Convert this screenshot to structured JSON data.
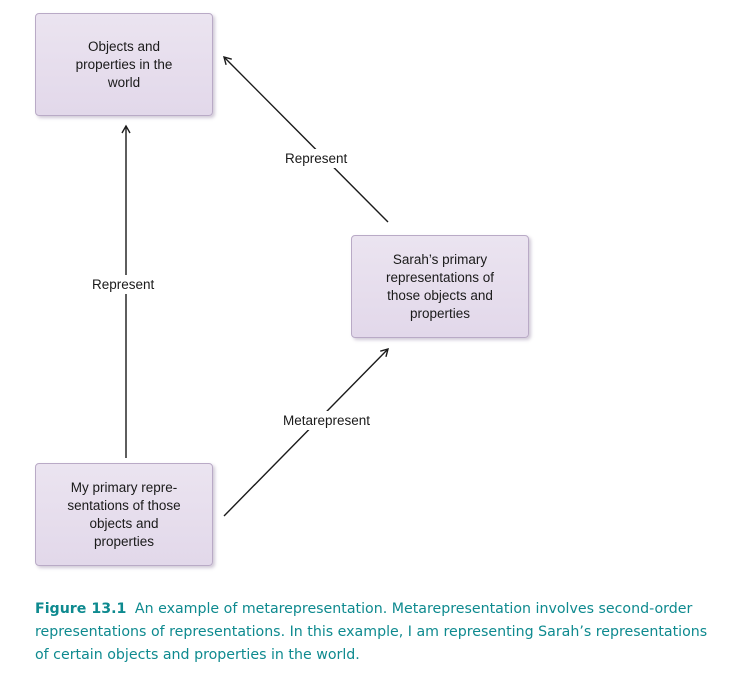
{
  "nodes": {
    "world": "Objects and\nproperties in the\nworld",
    "sarah": "Sarah’s primary\nrepresentations of\nthose objects and\nproperties",
    "mine": "My primary repre-\nsentations of those\nobjects and\nproperties"
  },
  "edges": {
    "represent_left": "Represent",
    "represent_right": "Represent",
    "metarepresent": "Metarepresent"
  },
  "caption": {
    "label": "Figure 13.1",
    "text": "An example of metarepresentation. Metarepresentation involves second-order representations of representations. In this example, I am representing Sarah’s representations of certain objects and properties in the world."
  },
  "colors": {
    "box_fill": "#e5dcec",
    "box_border": "#b9aac6",
    "caption": "#0e8a8f",
    "arrow": "#1a1a1a"
  }
}
